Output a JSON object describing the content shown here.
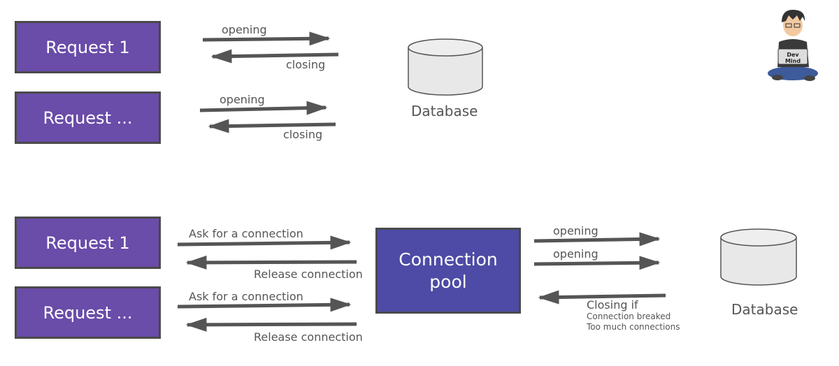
{
  "top": {
    "request_1": "Request 1",
    "request_n": "Request ...",
    "opening_1": "opening",
    "closing_1": "closing",
    "opening_2": "opening",
    "closing_2": "closing",
    "database": "Database"
  },
  "bottom": {
    "request_1": "Request 1",
    "request_n": "Request ...",
    "ask_1": "Ask for a connection",
    "release_1": "Release connection",
    "ask_2": "Ask for a connection",
    "release_2": "Release connection",
    "pool_line1": "Connection",
    "pool_line2": "pool",
    "opening_1": "opening",
    "opening_2": "opening",
    "closing_if": "Closing if",
    "reason_1": "Connection breaked",
    "reason_2": "Too much connections",
    "database": "Database"
  },
  "logo": {
    "text": "Dev Mind",
    "icon": "devmind-mascot-icon"
  },
  "colors": {
    "request_box": "#6a4ca9",
    "pool_box": "#4d4ba5",
    "arrow": "#555555",
    "text": "#555555"
  }
}
